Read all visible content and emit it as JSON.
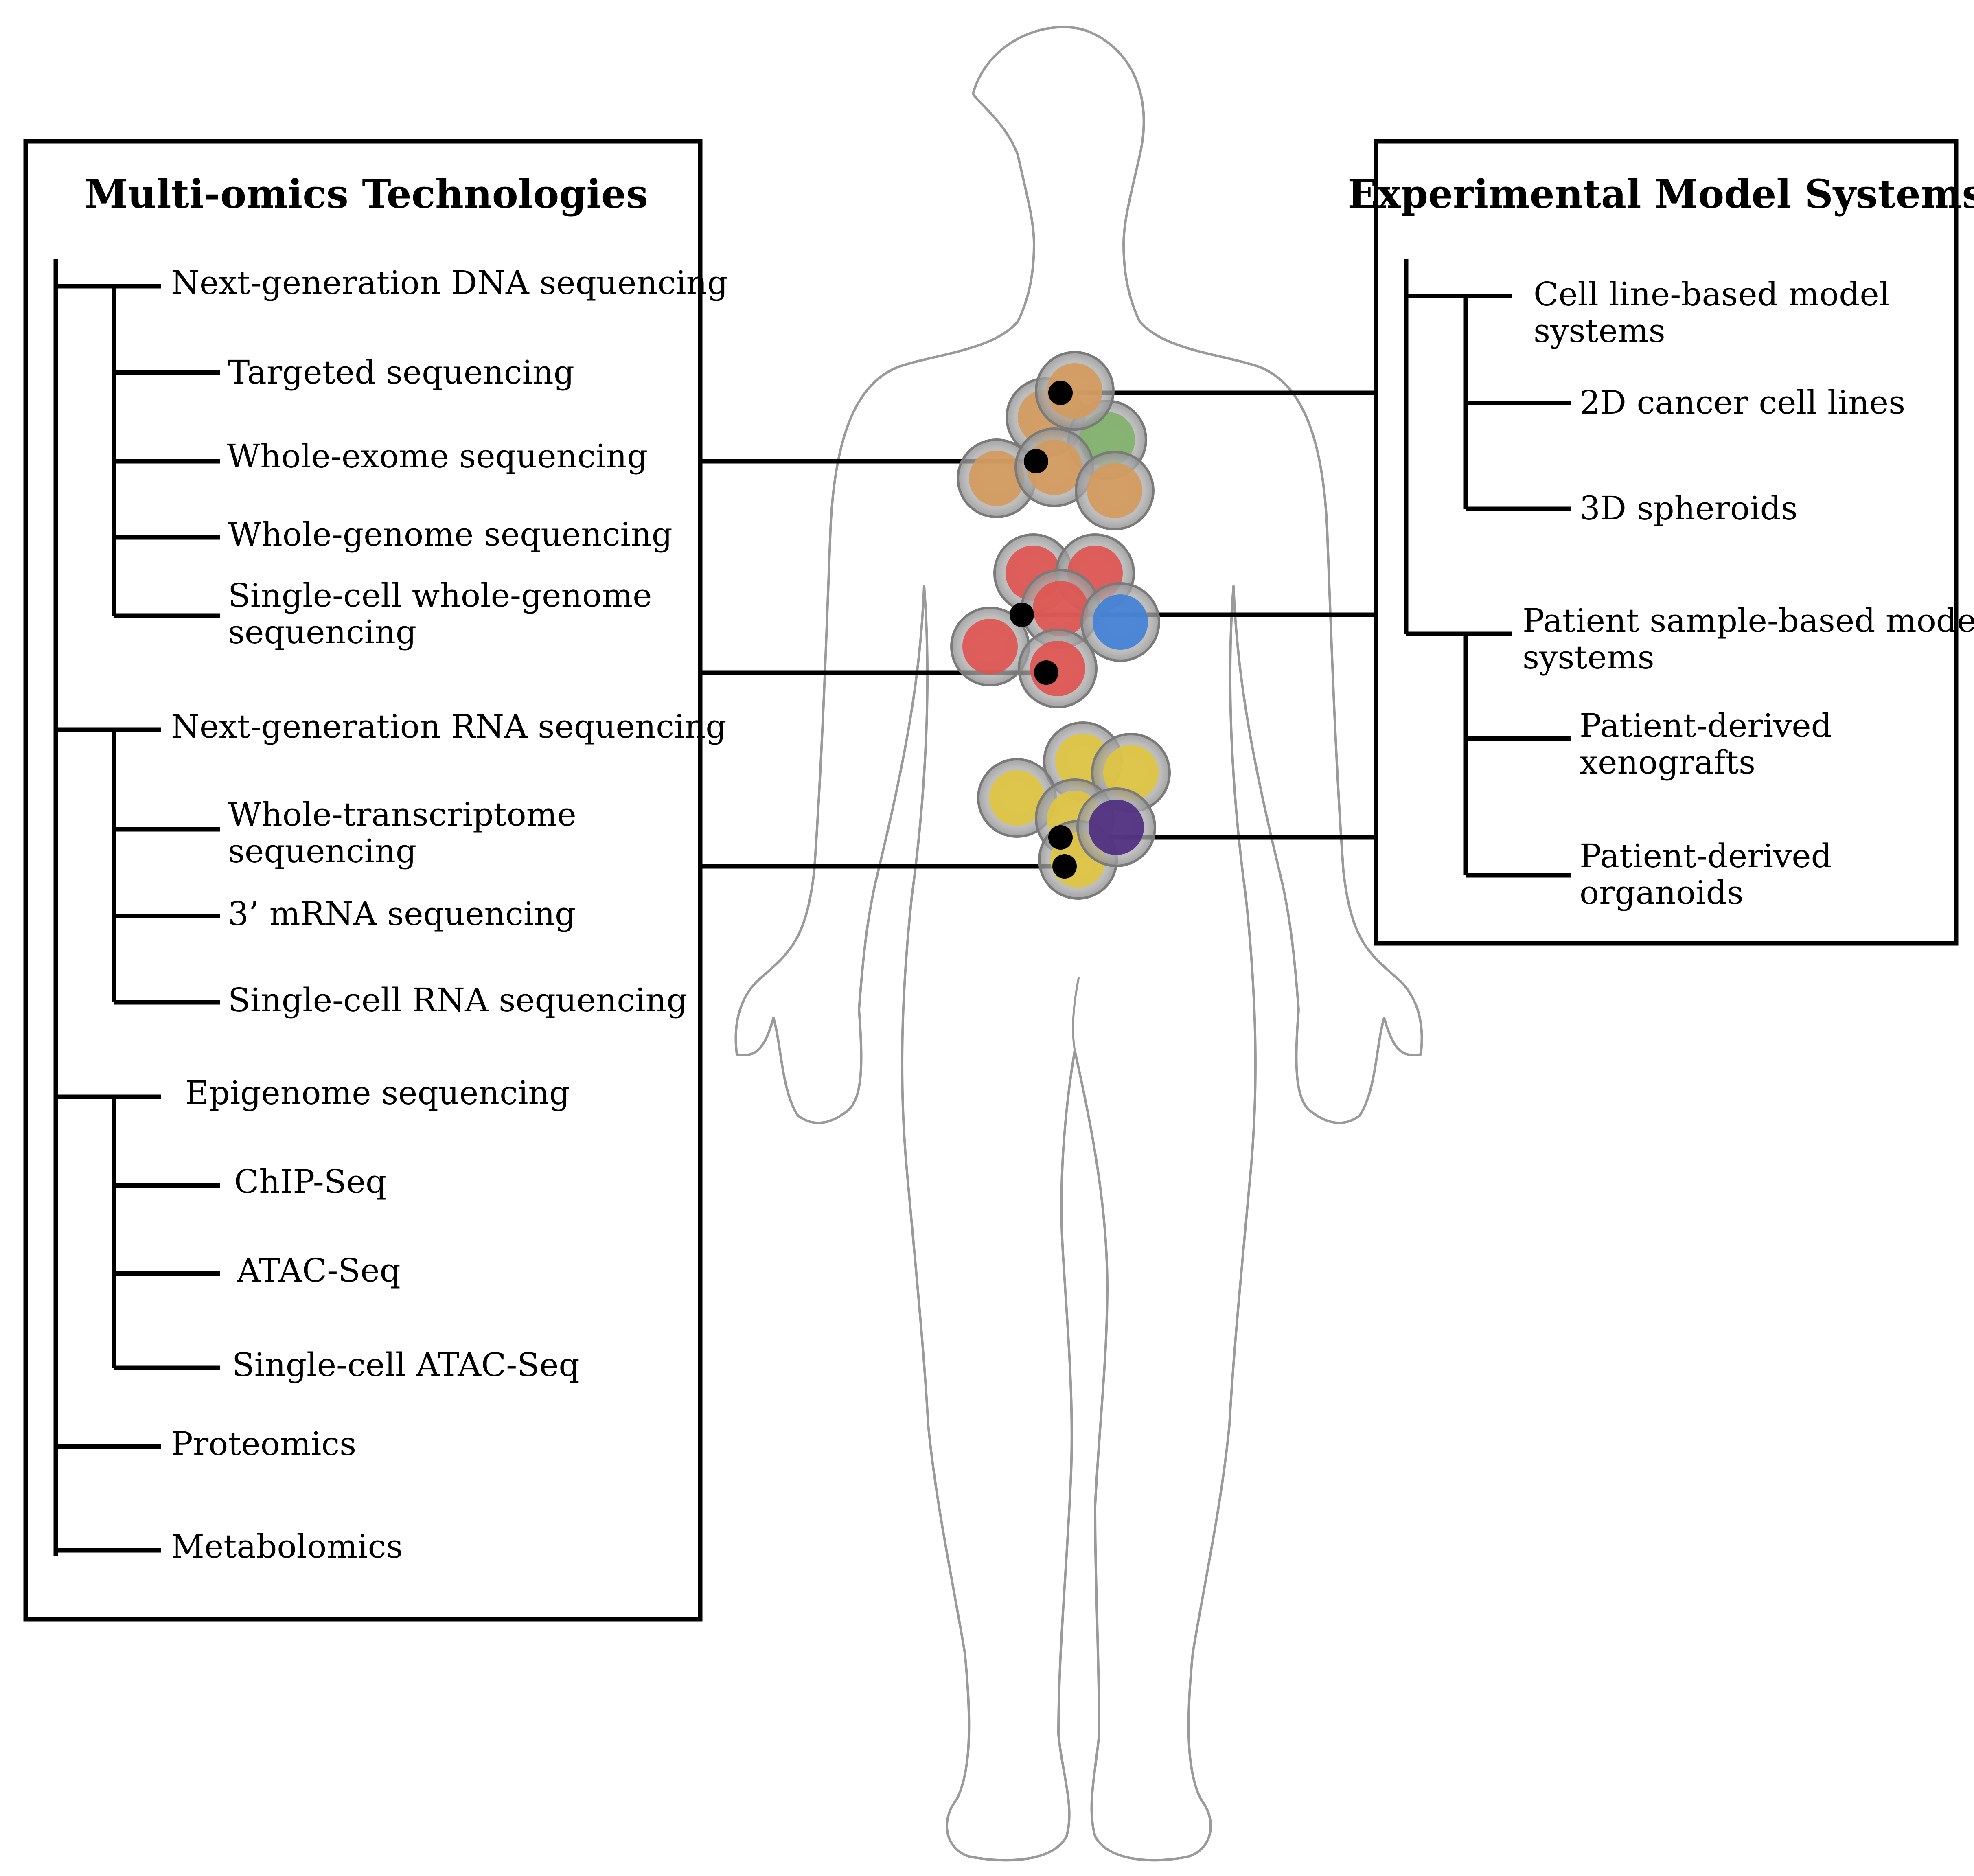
{
  "multi_omics_panel": {
    "title": "Multi-omics Technologies",
    "groups": [
      {
        "label": "Next-generation DNA sequencing",
        "children": [
          [
            "Targeted sequencing"
          ],
          [
            "Whole-exome sequencing"
          ],
          [
            "Whole-genome sequencing"
          ],
          [
            "Single-cell whole-genome",
            "sequencing"
          ]
        ]
      },
      {
        "label": "Next-generation RNA sequencing",
        "children": [
          [
            "Whole-transcriptome",
            "sequencing"
          ],
          [
            "3’ mRNA sequencing"
          ],
          [
            "Single-cell RNA sequencing"
          ]
        ]
      },
      {
        "label": "Epigenome sequencing",
        "children": [
          [
            "ChIP-Seq"
          ],
          [
            "ATAC-Seq"
          ],
          [
            "Single-cell ATAC-Seq"
          ]
        ]
      },
      {
        "label": "Proteomics",
        "children": []
      },
      {
        "label": "Metabolomics",
        "children": []
      }
    ]
  },
  "model_systems_panel": {
    "title": "Experimental Model Systems",
    "groups": [
      {
        "label": [
          "Cell line-based model",
          "systems"
        ],
        "children": [
          [
            "2D cancer cell lines"
          ],
          [
            "3D spheroids"
          ]
        ]
      },
      {
        "label": [
          "Patient sample-based model",
          "systems"
        ],
        "children": [
          [
            "Patient-derived",
            "xenografts"
          ],
          [
            "Patient-derived",
            "organoids"
          ]
        ]
      }
    ]
  },
  "cell_clusters": {
    "colors": {
      "orange": "#d49a5c",
      "green": "#7fb069",
      "red": "#e0524f",
      "blue": "#3f7fd6",
      "yellow": "#e0c53f",
      "purple": "#4d2a80",
      "halo": "#b8b8b8"
    }
  }
}
